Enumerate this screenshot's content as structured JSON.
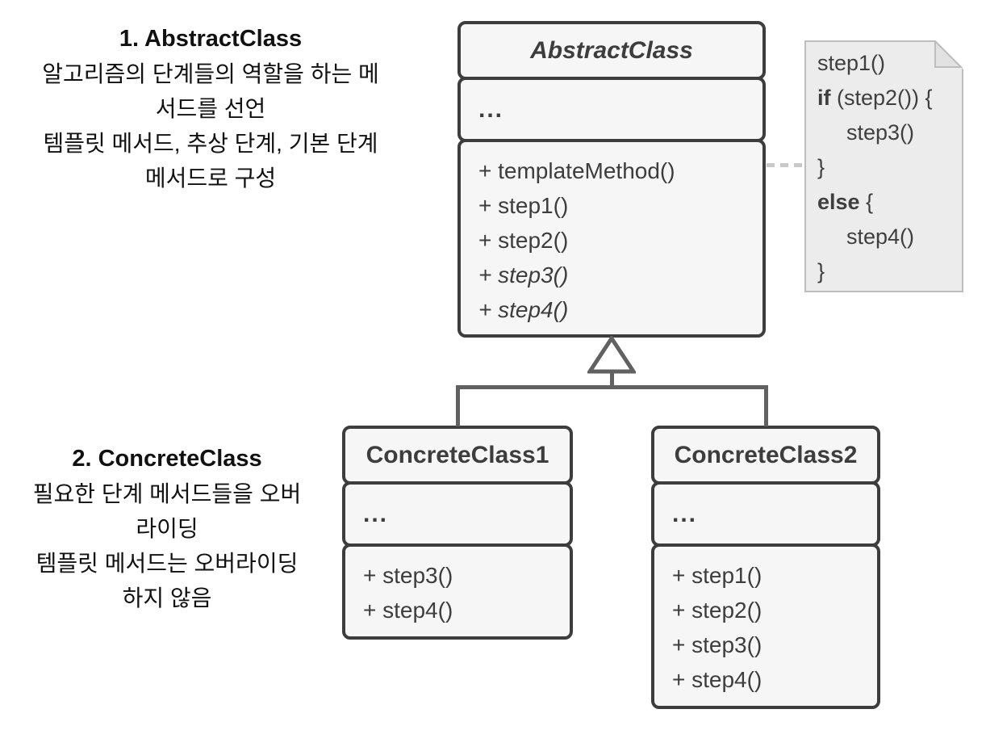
{
  "annotations": {
    "abstract": {
      "heading": "1. AbstractClass",
      "lines": [
        "알고리즘의 단계들의 역할을 하는 메",
        "서드를 선언",
        "템플릿 메서드, 추상 단계, 기본 단계",
        "메서드로 구성"
      ]
    },
    "concrete": {
      "heading": "2. ConcreteClass",
      "lines": [
        "필요한 단계 메서드들을 오버",
        "라이딩",
        "템플릿 메서드는 오버라이딩",
        "하지 않음"
      ]
    }
  },
  "classes": {
    "abstract": {
      "name": "AbstractClass",
      "name_style": "bold-italic",
      "attrs": "...",
      "methods": [
        {
          "text": "+ templateMethod()",
          "italic": false
        },
        {
          "text": "+ step1()",
          "italic": false
        },
        {
          "text": "+ step2()",
          "italic": false
        },
        {
          "text": "+ step3()",
          "italic": true
        },
        {
          "text": "+ step4()",
          "italic": true
        }
      ]
    },
    "concrete1": {
      "name": "ConcreteClass1",
      "name_style": "bold",
      "attrs": "...",
      "methods": [
        {
          "text": "+ step3()",
          "italic": false
        },
        {
          "text": "+ step4()",
          "italic": false
        }
      ]
    },
    "concrete2": {
      "name": "ConcreteClass2",
      "name_style": "bold",
      "attrs": "...",
      "methods": [
        {
          "text": "+ step1()",
          "italic": false
        },
        {
          "text": "+ step2()",
          "italic": false
        },
        {
          "text": "+ step3()",
          "italic": false
        },
        {
          "text": "+ step4()",
          "italic": false
        }
      ]
    }
  },
  "note": {
    "lines": [
      {
        "keyword": "",
        "text": "step1()",
        "indent": false
      },
      {
        "keyword": "if",
        "text": " (step2()) {",
        "indent": false
      },
      {
        "keyword": "",
        "text": "step3()",
        "indent": true
      },
      {
        "keyword": "",
        "text": "}",
        "indent": false
      },
      {
        "keyword": "else",
        "text": " {",
        "indent": false
      },
      {
        "keyword": "",
        "text": "step4()",
        "indent": true
      },
      {
        "keyword": "",
        "text": "}",
        "indent": false
      }
    ]
  },
  "relationships": {
    "inheritance": "ConcreteClass1 and ConcreteClass2 inherit from AbstractClass",
    "note_attachment": "note attached to AbstractClass with dashed line"
  },
  "colors": {
    "box_border": "#3d3d3d",
    "box_fill": "#f6f6f6",
    "text": "#3d3d3d",
    "connector_line": "#616161",
    "note_background": "#ececec",
    "note_border": "#bdbdbd",
    "dashed_line": "#c9c9c9"
  }
}
